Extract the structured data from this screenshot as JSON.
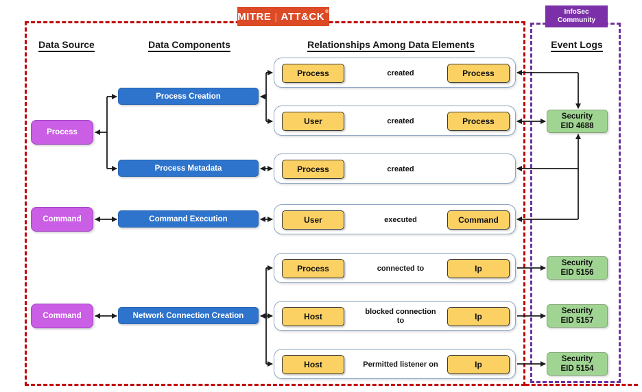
{
  "logo": {
    "mitre": "MITRE",
    "separator": "|",
    "attack": "ATT&CK",
    "registered": "®"
  },
  "infosec": {
    "line1": "InfoSec",
    "line2": "Community"
  },
  "headers": {
    "data_source": "Data Source",
    "data_components": "Data Components",
    "relationships": "Relationships Among Data Elements",
    "event_logs": "Event Logs"
  },
  "sources": [
    {
      "label": "Process"
    },
    {
      "label": "Command"
    },
    {
      "label": "Command"
    }
  ],
  "components": [
    {
      "label": "Process Creation"
    },
    {
      "label": "Process Metadata"
    },
    {
      "label": "Command Execution"
    },
    {
      "label": "Network Connection Creation"
    }
  ],
  "relationships": [
    {
      "left": "Process",
      "relation": "created",
      "right": "Process"
    },
    {
      "left": "User",
      "relation": "created",
      "right": "Process"
    },
    {
      "left": "Process",
      "relation": "created",
      "right": null
    },
    {
      "left": "User",
      "relation": "executed",
      "right": "Command"
    },
    {
      "left": "Process",
      "relation": "connected to",
      "right": "Ip"
    },
    {
      "left": "Host",
      "relation": "blocked connection to",
      "right": "Ip"
    },
    {
      "left": "Host",
      "relation": "Permitted listener on",
      "right": "Ip"
    }
  ],
  "event_logs": [
    {
      "line1": "Security",
      "line2": "EID 4688"
    },
    {
      "line1": "Security",
      "line2": "EID 5156"
    },
    {
      "line1": "Security",
      "line2": "EID 5157"
    },
    {
      "line1": "Security",
      "line2": "EID 5154"
    }
  ],
  "colors": {
    "mitre-red": "#dc4a26",
    "infosec-purple": "#7b2fa8",
    "source-fill": "#ca5ee4",
    "source-border": "#a23fc4",
    "component-fill": "#2e73cc",
    "component-border": "#2a66b2",
    "entity-fill": "#fcd164",
    "entity-border": "#3a3a3a",
    "container-border": "#8fa6c4",
    "eventlog-fill": "#a0d492",
    "eventlog-border": "#7fa571",
    "line-color": "#1c1c1c",
    "red-dash": "#c00000",
    "purple-dash": "#7030a0"
  }
}
